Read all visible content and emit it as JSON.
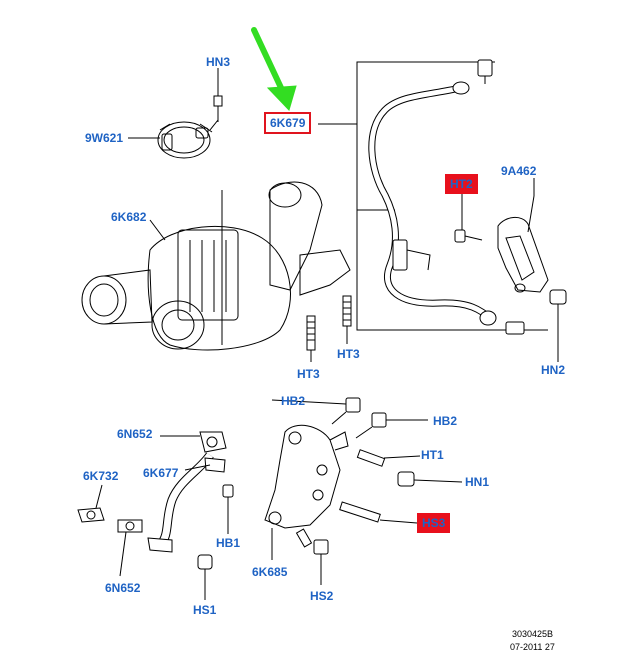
{
  "labels": {
    "hn3": "HN3",
    "p9w621": "9W621",
    "p6k679": "6K679",
    "p6k682": "6K682",
    "ht2": "HT2",
    "p9a462": "9A462",
    "ht3_a": "HT3",
    "ht3_b": "HT3",
    "hn2": "HN2",
    "hb2_a": "HB2",
    "hb2_b": "HB2",
    "ht1": "HT1",
    "hn1": "HN1",
    "hs3": "HS3",
    "p6n652_a": "6N652",
    "p6k677": "6K677",
    "p6k732": "6K732",
    "hb1": "HB1",
    "p6n652_b": "6N652",
    "hs1": "HS1",
    "p6k685": "6K685",
    "hs2": "HS2"
  },
  "reference": {
    "code": "3030425B",
    "date": "07-2011 27"
  },
  "colors": {
    "label": "#1f63c4",
    "highlight_box": "#e0141e",
    "highlight_fill": "#e8101c",
    "arrow": "#33dd22",
    "line": "#000000"
  },
  "icons": [
    "green-arrow-icon"
  ]
}
